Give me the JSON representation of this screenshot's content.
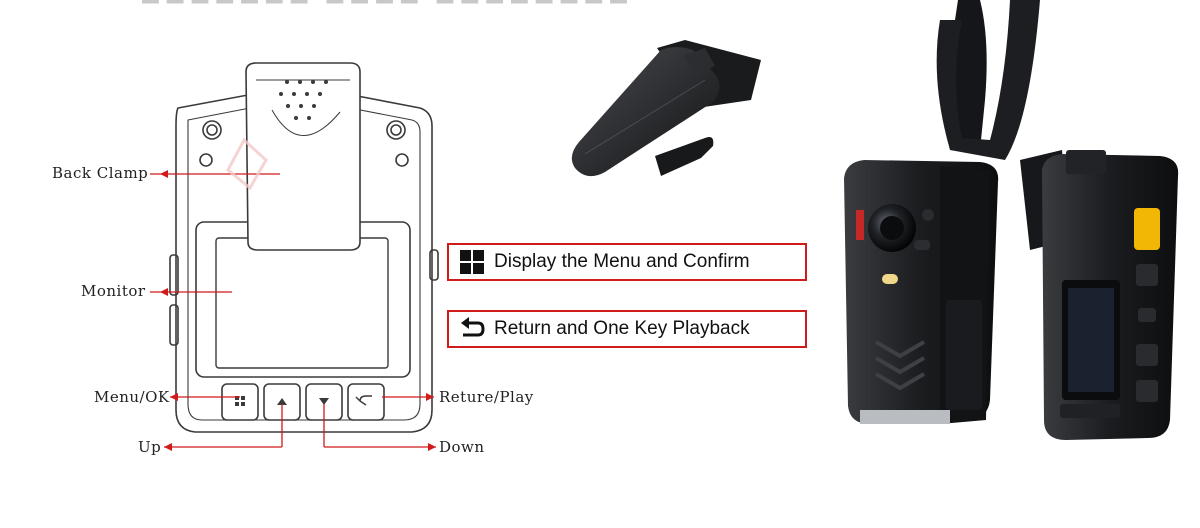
{
  "diagram": {
    "callouts": {
      "back_clamp": "Back Clamp",
      "monitor": "Monitor",
      "menu_ok": "Menu/OK",
      "up": "Up",
      "return_play": "Reture/Play",
      "down": "Down"
    },
    "features": [
      {
        "icon": "grid-menu-icon",
        "label": "Display the Menu and Confirm"
      },
      {
        "icon": "return-arrow-icon",
        "label": "Return and One Key Playback"
      }
    ]
  },
  "colors": {
    "callout_red": "#d11a1a",
    "camera_body": "#1b1c1f",
    "confirm_button": "#f2b705"
  }
}
